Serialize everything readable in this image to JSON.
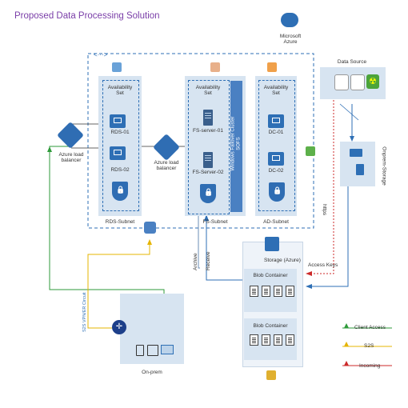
{
  "title": "Proposed Data Processing Solution",
  "azure": {
    "label": "Microsoft\nAzure"
  },
  "availability_sets": [
    {
      "label": "Availability\nSet",
      "vm1": "RDS-01",
      "vm2": "RDS-02",
      "subnet": "RDS-Subnet"
    },
    {
      "label": "Availability\nSet",
      "vm1": "FS-server-01",
      "vm2": "FS-Server-02",
      "subnet": "FS-Subnet"
    },
    {
      "label": "Availability\nSet",
      "vm1": "DC-01",
      "vm2": "DC-02",
      "subnet": "AD-Subnet"
    }
  ],
  "cluster": {
    "label": "Windows Failover Cluster\nSOFS"
  },
  "load_balancers": [
    {
      "label": "Azure load\nbalancer"
    },
    {
      "label": "Azure load\nbalancer"
    }
  ],
  "data_source": {
    "label": "Data Source"
  },
  "onprem_storage": {
    "label": "Onprem-Storage"
  },
  "storage": {
    "label": "Storage (Azure)",
    "container1": "Blob Container",
    "container2": "Blob Container"
  },
  "onprem": {
    "label": "On-prem"
  },
  "links": {
    "https": "https",
    "access_keys": "Access Keys",
    "archive": "Archive",
    "receive": "Receive",
    "s2s": "S2S VPN/ER Circuit"
  },
  "legend": {
    "client_access": "Client Access",
    "s2s": "S2S",
    "incoming": "Incoming"
  },
  "colors": {
    "green": "#2e9a3a",
    "yellow": "#e5b400",
    "red": "#cc2a2a",
    "blue": "#2e6fb5",
    "panel": "#d7e4f1",
    "title": "#7a3ea8"
  }
}
